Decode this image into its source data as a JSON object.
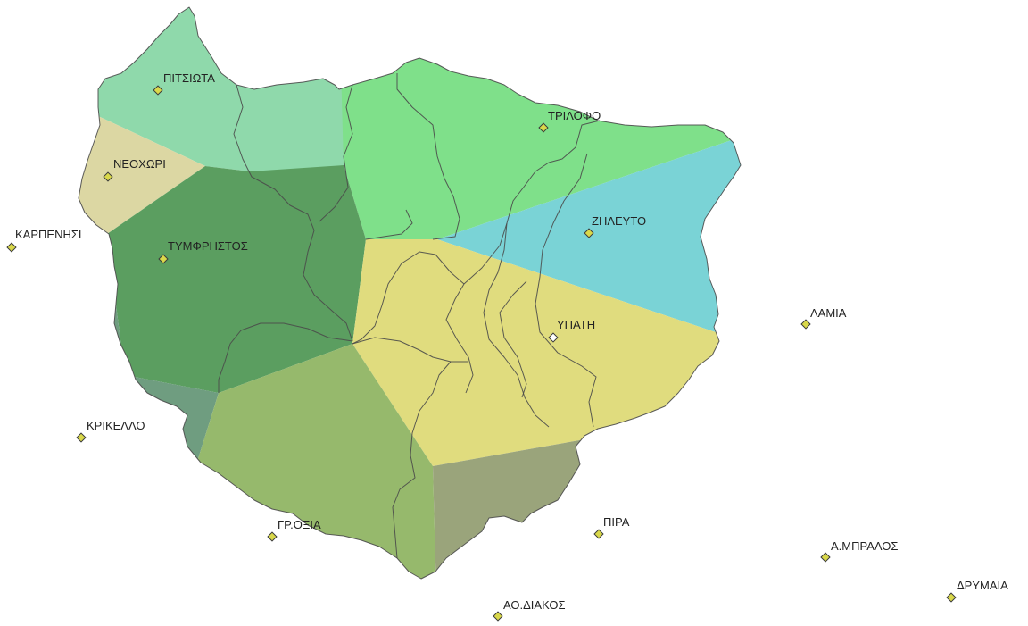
{
  "map": {
    "zone_colors": {
      "pitsiota": "#8fd9ab",
      "neochori": "#dcd7a3",
      "tymfristos": "#5b9e60",
      "trilofo": "#7fe08a",
      "zilefto": "#7ad3d6",
      "ypati": "#e0dc7e",
      "kerasia": "#96b96c",
      "pira": "#9aa47b",
      "krikello": "#6f9d80"
    },
    "stations": [
      {
        "id": "pitsiota",
        "label": "ΠΙΤΣΙΩΤΑ",
        "marker": "filled"
      },
      {
        "id": "neochori",
        "label": "ΝΕΟΧΩΡΙ",
        "marker": "filled"
      },
      {
        "id": "karpenisi",
        "label": "ΚΑΡΠΕΝΗΣΙ",
        "marker": "filled"
      },
      {
        "id": "tymfristos",
        "label": "ΤΥΜΦΡΗΣΤΟΣ",
        "marker": "filled"
      },
      {
        "id": "trilofo",
        "label": "ΤΡΙΛΟΦΟ",
        "marker": "filled"
      },
      {
        "id": "zilefto",
        "label": "ΖΗΛΕΥΤΟ",
        "marker": "filled"
      },
      {
        "id": "lamia",
        "label": "ΛΑΜΙΑ",
        "marker": "filled"
      },
      {
        "id": "ypati",
        "label": "ΥΠΑΤΗ",
        "marker": "open"
      },
      {
        "id": "krikello",
        "label": "ΚΡΙΚΕΛΛΟ",
        "marker": "filled"
      },
      {
        "id": "groxia",
        "label": "ΓΡ.ΟΞΙΑ",
        "marker": "filled"
      },
      {
        "id": "pira",
        "label": "ΠΙΡΑ",
        "marker": "filled"
      },
      {
        "id": "amplalos",
        "label": "Α.ΜΠΡΑΛΟΣ",
        "marker": "filled"
      },
      {
        "id": "drymaia",
        "label": "ΔΡΥΜΑΙΑ",
        "marker": "filled"
      },
      {
        "id": "athdiakos",
        "label": "ΑΘ.ΔΙΑΚΟΣ",
        "marker": "filled"
      }
    ]
  }
}
